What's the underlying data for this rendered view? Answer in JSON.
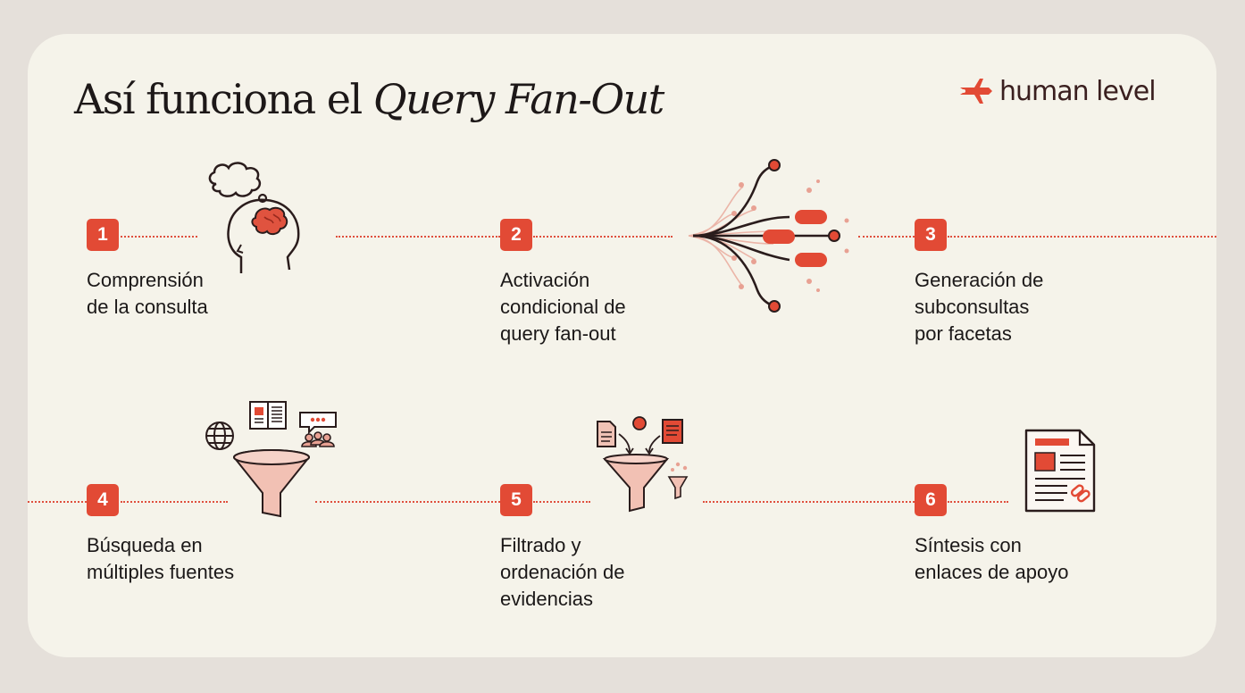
{
  "title": {
    "main": "Así funciona el ",
    "italic": "Query Fan-Out"
  },
  "logo": {
    "text": "human level",
    "icon": "bird-arrow-icon"
  },
  "colors": {
    "accent": "#e24a35",
    "background": "#f5f3ea",
    "frame": "#e5e0da",
    "text": "#1b1818"
  },
  "steps": [
    {
      "number": "1",
      "label": "Comprensión\nde la consulta",
      "icon": "head-thought-icon"
    },
    {
      "number": "2",
      "label": "Activación\ncondicional de\nquery fan-out",
      "icon": "fan-out-network-icon"
    },
    {
      "number": "3",
      "label": "Generación de\nsubconsultas\npor facetas",
      "icon": ""
    },
    {
      "number": "4",
      "label": "Búsqueda en\nmúltiples fuentes",
      "icon": "multi-source-funnel-icon"
    },
    {
      "number": "5",
      "label": "Filtrado y\nordenación de\nevidencias",
      "icon": "filter-funnel-icon"
    },
    {
      "number": "6",
      "label": "Síntesis con\nenlaces de apoyo",
      "icon": "document-link-icon"
    }
  ]
}
